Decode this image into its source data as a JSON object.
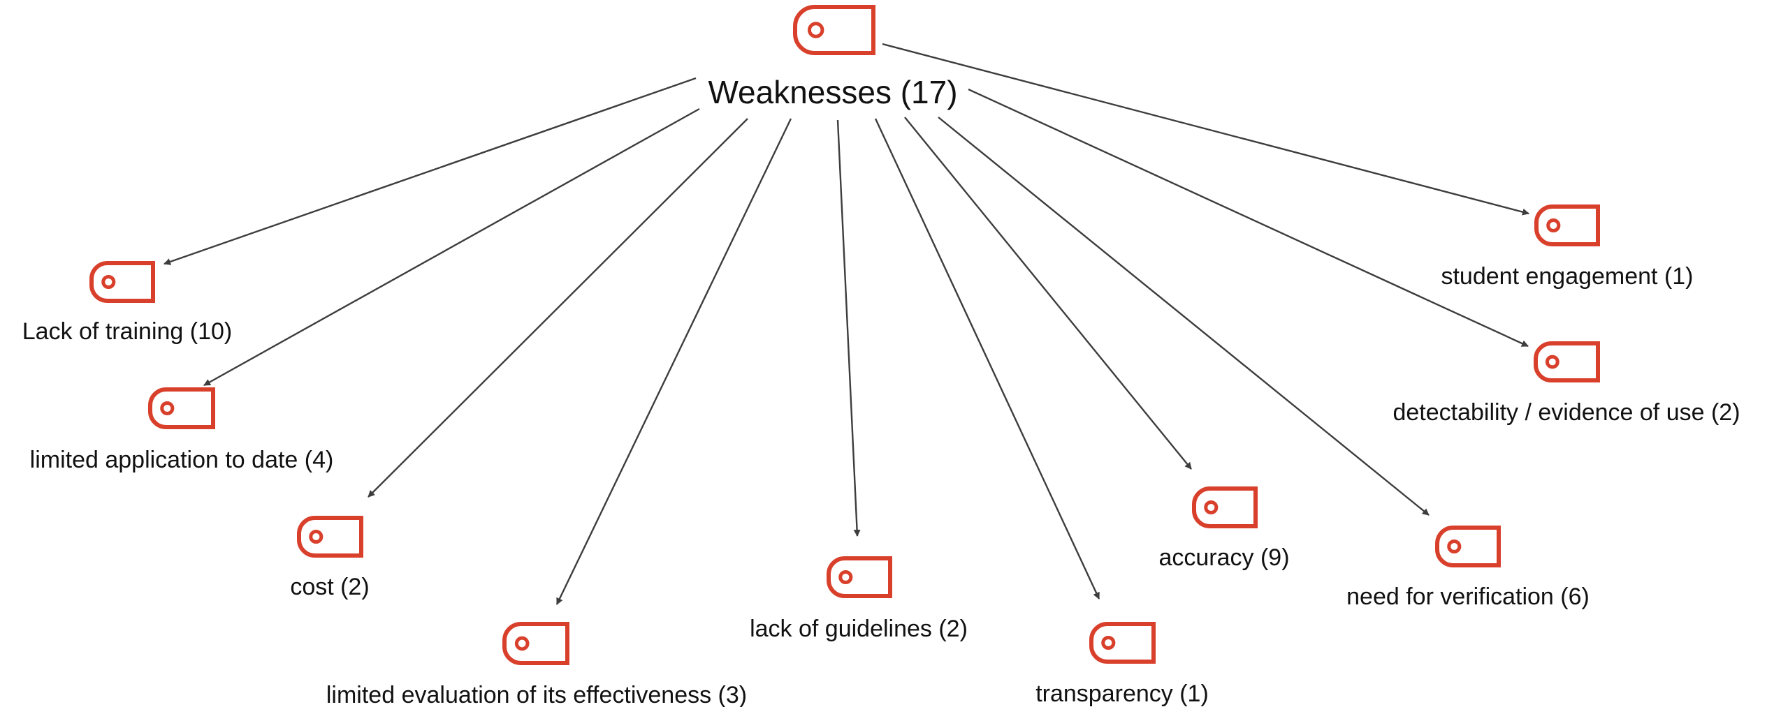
{
  "colors": {
    "icon": "#d9402b",
    "edge": "#3d3d3d",
    "text": "#111111",
    "background": "#ffffff"
  },
  "root": {
    "label": "Weaknesses (17)",
    "icon": "tag-icon"
  },
  "nodes": [
    {
      "id": "lack-of-training",
      "label": "Lack of training (10)",
      "icon": "tag-icon"
    },
    {
      "id": "limited-application",
      "label": "limited application to date (4)",
      "icon": "tag-icon"
    },
    {
      "id": "cost",
      "label": "cost (2)",
      "icon": "tag-icon"
    },
    {
      "id": "limited-evaluation",
      "label": "limited evaluation of its effectiveness (3)",
      "icon": "tag-icon"
    },
    {
      "id": "lack-of-guidelines",
      "label": "lack of guidelines (2)",
      "icon": "tag-icon"
    },
    {
      "id": "transparency",
      "label": "transparency (1)",
      "icon": "tag-icon"
    },
    {
      "id": "accuracy",
      "label": "accuracy (9)",
      "icon": "tag-icon"
    },
    {
      "id": "need-for-verification",
      "label": "need for verification (6)",
      "icon": "tag-icon"
    },
    {
      "id": "detectability",
      "label": "detectability / evidence of use (2)",
      "icon": "tag-icon"
    },
    {
      "id": "student-engagement",
      "label": "student engagement (1)",
      "icon": "tag-icon"
    }
  ]
}
